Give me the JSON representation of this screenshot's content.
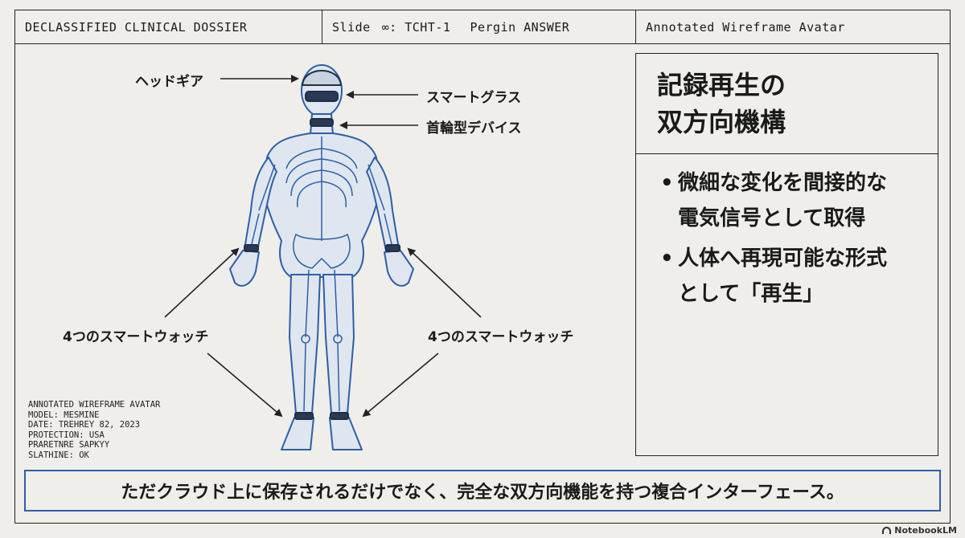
{
  "header": {
    "left": "DECLASSIFIED CLINICAL DOSSIER",
    "slide_label": "Slide",
    "slide_id": "∞: TCHT-1",
    "slide_extra": "Pergin ANSWER",
    "right": "Annotated Wireframe Avatar"
  },
  "callouts": {
    "headgear": "ヘッドギア",
    "glasses": "スマートグラス",
    "neck": "首輪型デバイス",
    "watch_left": "4つのスマートウォッチ",
    "watch_right": "4つのスマートウォッチ"
  },
  "panel": {
    "title_line1": "記録再生の",
    "title_line2": "双方向機構",
    "bullets": [
      {
        "line1": "微細な変化を間接的な",
        "line2": "電気信号として取得"
      },
      {
        "line1": "人体へ再現可能な形式",
        "line2": "として「再生」"
      }
    ]
  },
  "metadata": [
    "ANNOTATED WIREFRAME AVATAR",
    "MODEL: MESMINE",
    "DATE: TREHREY 82, 2023",
    "PROTECTION: USA",
    "PRARETNRE SAPKYY",
    "SLATHINE: OK"
  ],
  "caption": "ただクラウド上に保存されるだけでなく、完全な双方向機能を持つ複合インターフェース。",
  "brand": "NotebookLM",
  "colors": {
    "wire": "#2d5fa8",
    "wire_fill": "#dfe6ef",
    "ink": "#222222",
    "background": "#efeeea"
  }
}
